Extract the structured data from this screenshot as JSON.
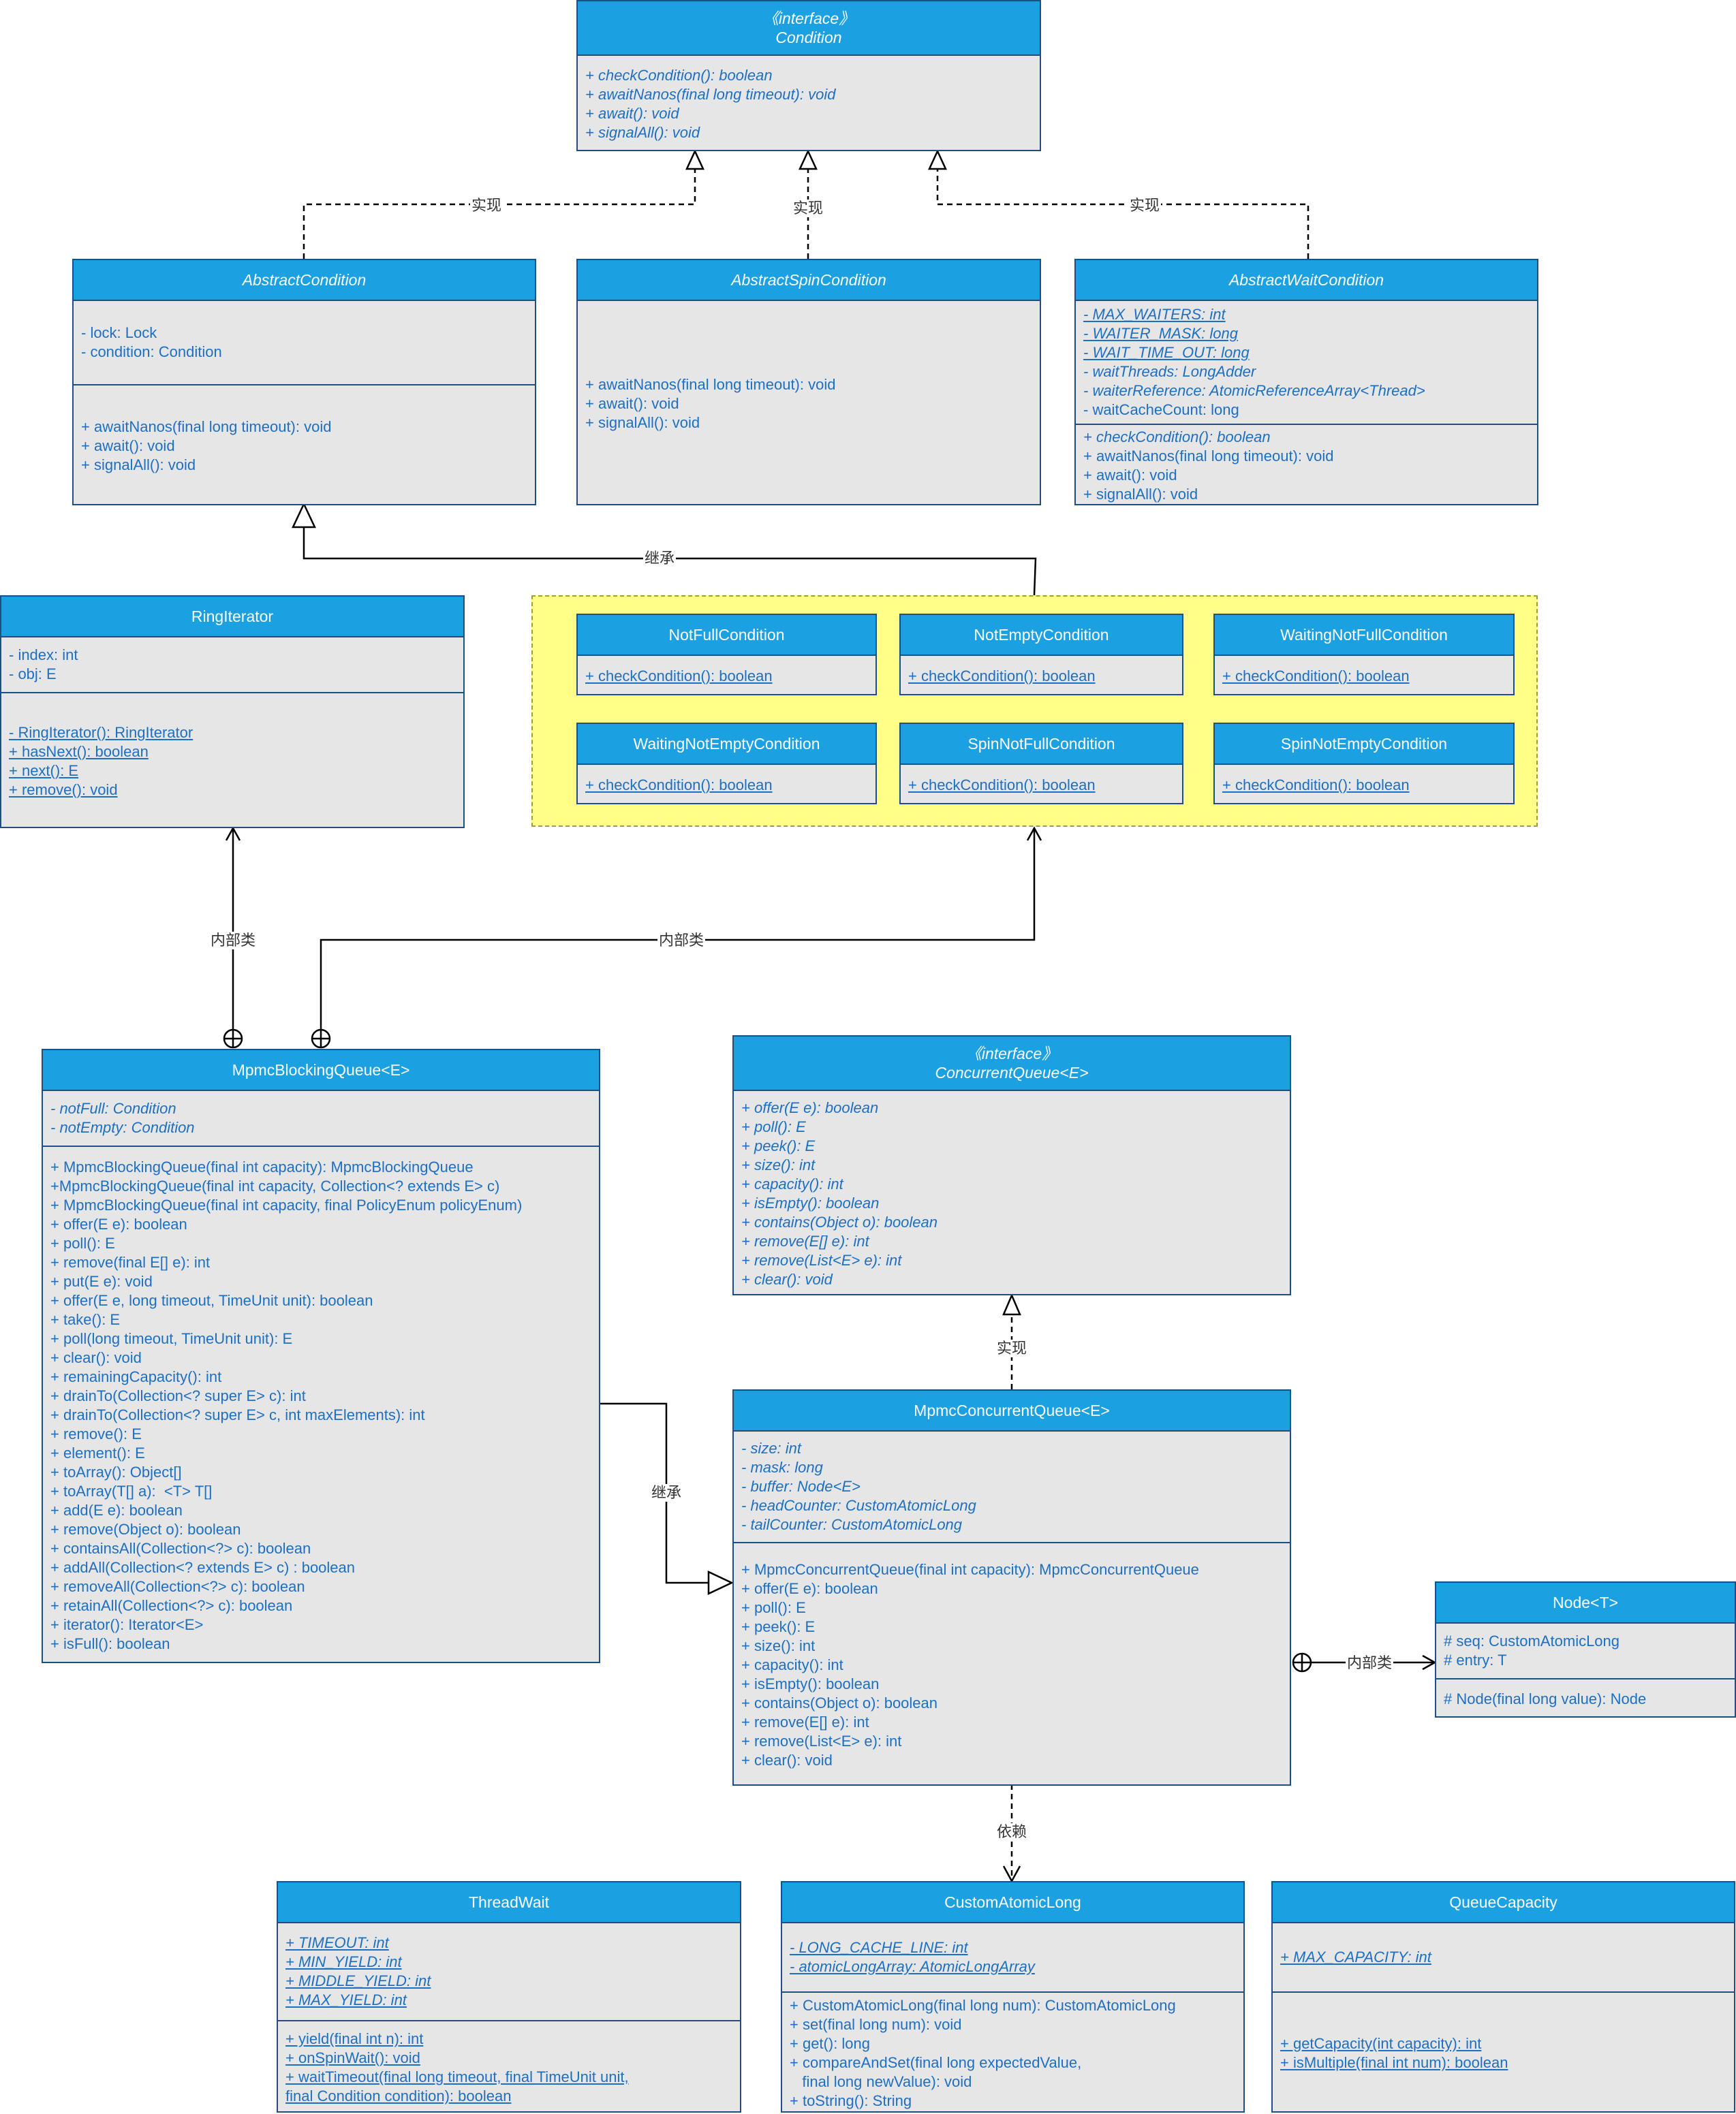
{
  "classes": {
    "condition": {
      "stereotype": "《interface》",
      "title": "Condition",
      "italic": true,
      "sections": [
        [
          {
            "t": "+ checkCondition(): boolean",
            "s": "i"
          },
          {
            "t": "+ awaitNanos(final long timeout): void",
            "s": "i"
          },
          {
            "t": "+ await(): void",
            "s": "i"
          },
          {
            "t": "+ signalAll(): void",
            "s": "i"
          }
        ]
      ]
    },
    "abstract_condition": {
      "title": "AbstractCondition",
      "italic": true,
      "sections": [
        [
          {
            "t": "- lock: Lock"
          },
          {
            "t": "- condition: Condition"
          }
        ],
        [
          {
            "t": "+ awaitNanos(final long timeout): void"
          },
          {
            "t": "+ await(): void"
          },
          {
            "t": "+ signalAll(): void"
          }
        ]
      ]
    },
    "abstract_spin_condition": {
      "title": "AbstractSpinCondition",
      "italic": true,
      "sections": [
        [
          {
            "t": "+ awaitNanos(final long timeout): void"
          },
          {
            "t": "+ await(): void"
          },
          {
            "t": "+ signalAll(): void"
          }
        ]
      ]
    },
    "abstract_wait_condition": {
      "title": "AbstractWaitCondition",
      "italic": true,
      "sections": [
        [
          {
            "t": "- MAX_WAITERS: int",
            "s": "iu"
          },
          {
            "t": "- WAITER_MASK: long",
            "s": "iu"
          },
          {
            "t": "- WAIT_TIME_OUT: long",
            "s": "iu"
          },
          {
            "t": "- waitThreads: LongAdder",
            "s": "i"
          },
          {
            "t": "- waiterReference: AtomicReferenceArray<Thread>",
            "s": "i"
          },
          {
            "t": "- waitCacheCount: long"
          }
        ],
        [
          {
            "t": "+ checkCondition(): boolean",
            "s": "i"
          },
          {
            "t": "+ awaitNanos(final long timeout): void"
          },
          {
            "t": "+ await(): void"
          },
          {
            "t": "+ signalAll(): void"
          }
        ]
      ]
    },
    "ring_iterator": {
      "title": "RingIterator",
      "sections": [
        [
          {
            "t": "- index: int"
          },
          {
            "t": "- obj: E"
          }
        ],
        [
          {
            "t": "- RingIterator(): RingIterator",
            "s": "u"
          },
          {
            "t": "+ hasNext(): boolean",
            "s": "u"
          },
          {
            "t": "+ next(): E",
            "s": "u"
          },
          {
            "t": "+ remove(): void",
            "s": "u"
          }
        ]
      ]
    },
    "not_full_condition": {
      "title": "NotFullCondition",
      "sections": [
        [
          {
            "t": "+ checkCondition(): boolean",
            "s": "u"
          }
        ]
      ]
    },
    "not_empty_condition": {
      "title": "NotEmptyCondition",
      "sections": [
        [
          {
            "t": "+ checkCondition(): boolean",
            "s": "u"
          }
        ]
      ]
    },
    "waiting_not_full_condition": {
      "title": "WaitingNotFullCondition",
      "sections": [
        [
          {
            "t": "+ checkCondition(): boolean",
            "s": "u"
          }
        ]
      ]
    },
    "waiting_not_empty_condition": {
      "title": "WaitingNotEmptyCondition",
      "sections": [
        [
          {
            "t": "+ checkCondition(): boolean",
            "s": "u"
          }
        ]
      ]
    },
    "spin_not_full_condition": {
      "title": "SpinNotFullCondition",
      "sections": [
        [
          {
            "t": "+ checkCondition(): boolean",
            "s": "u"
          }
        ]
      ]
    },
    "spin_not_empty_condition": {
      "title": "SpinNotEmptyCondition",
      "sections": [
        [
          {
            "t": "+ checkCondition(): boolean",
            "s": "u"
          }
        ]
      ]
    },
    "mpmc_blocking_queue": {
      "title": "MpmcBlockingQueue<E>",
      "sections": [
        [
          {
            "t": "- notFull: Condition",
            "s": "i"
          },
          {
            "t": "- notEmpty: Condition",
            "s": "i"
          }
        ],
        [
          {
            "t": "+ MpmcBlockingQueue(final int capacity): MpmcBlockingQueue"
          },
          {
            "t": "+MpmcBlockingQueue(final int capacity, Collection<? extends E> c)"
          },
          {
            "t": "+ MpmcBlockingQueue(final int capacity, final PolicyEnum policyEnum)"
          },
          {
            "t": "+ offer(E e): boolean"
          },
          {
            "t": "+ poll(): E"
          },
          {
            "t": "+ remove(final E[] e): int"
          },
          {
            "t": "+ put(E e): void"
          },
          {
            "t": "+ offer(E e, long timeout, TimeUnit unit): boolean"
          },
          {
            "t": "+ take(): E"
          },
          {
            "t": "+ poll(long timeout, TimeUnit unit): E"
          },
          {
            "t": "+ clear(): void"
          },
          {
            "t": "+ remainingCapacity(): int"
          },
          {
            "t": "+ drainTo(Collection<? super E> c): int"
          },
          {
            "t": "+ drainTo(Collection<? super E> c, int maxElements): int"
          },
          {
            "t": "+ remove(): E"
          },
          {
            "t": "+ element(): E"
          },
          {
            "t": "+ toArray(): Object[]"
          },
          {
            "t": "+ toArray(T[] a):  <T> T[]"
          },
          {
            "t": "+ add(E e): boolean"
          },
          {
            "t": "+ remove(Object o): boolean"
          },
          {
            "t": "+ containsAll(Collection<?> c): boolean"
          },
          {
            "t": "+ addAll(Collection<? extends E> c) : boolean"
          },
          {
            "t": "+ removeAll(Collection<?> c): boolean"
          },
          {
            "t": "+ retainAll(Collection<?> c): boolean"
          },
          {
            "t": "+ iterator(): Iterator<E>"
          },
          {
            "t": "+ isFull(): boolean"
          }
        ]
      ]
    },
    "concurrent_queue": {
      "stereotype": "《interface》",
      "title": "ConcurrentQueue<E>",
      "italic": true,
      "sections": [
        [
          {
            "t": "+ offer(E e): boolean",
            "s": "i"
          },
          {
            "t": "+ poll(): E",
            "s": "i"
          },
          {
            "t": "+ peek(): E",
            "s": "i"
          },
          {
            "t": "+ size(): int",
            "s": "i"
          },
          {
            "t": "+ capacity(): int",
            "s": "i"
          },
          {
            "t": "+ isEmpty(): boolean",
            "s": "i"
          },
          {
            "t": "+ contains(Object o): boolean",
            "s": "i"
          },
          {
            "t": "+ remove(E[] e): int",
            "s": "i"
          },
          {
            "t": "+ remove(List<E> e): int",
            "s": "i"
          },
          {
            "t": "+ clear(): void",
            "s": "i"
          }
        ]
      ]
    },
    "mpmc_concurrent_queue": {
      "title": "MpmcConcurrentQueue<E>",
      "sections": [
        [
          {
            "t": "- size: int",
            "s": "i"
          },
          {
            "t": "- mask: long",
            "s": "i"
          },
          {
            "t": "- buffer: Node<E>",
            "s": "i"
          },
          {
            "t": "- headCounter: CustomAtomicLong",
            "s": "i"
          },
          {
            "t": "- tailCounter: CustomAtomicLong",
            "s": "i"
          }
        ],
        [
          {
            "t": "+ MpmcConcurrentQueue(final int capacity): MpmcConcurrentQueue"
          },
          {
            "t": "+ offer(E e): boolean"
          },
          {
            "t": "+ poll(): E"
          },
          {
            "t": "+ peek(): E"
          },
          {
            "t": "+ size(): int"
          },
          {
            "t": "+ capacity(): int"
          },
          {
            "t": "+ isEmpty(): boolean"
          },
          {
            "t": "+ contains(Object o): boolean"
          },
          {
            "t": "+ remove(E[] e): int"
          },
          {
            "t": "+ remove(List<E> e): int"
          },
          {
            "t": "+ clear(): void"
          }
        ]
      ]
    },
    "node": {
      "title": "Node<T>",
      "sections": [
        [
          {
            "t": "# seq: CustomAtomicLong"
          },
          {
            "t": "# entry: T"
          }
        ],
        [
          {
            "t": "# Node(final long value): Node"
          }
        ]
      ]
    },
    "thread_wait": {
      "title": "ThreadWait",
      "sections": [
        [
          {
            "t": "+ TIMEOUT: int",
            "s": "iu"
          },
          {
            "t": "+ MIN_YIELD: int",
            "s": "iu"
          },
          {
            "t": "+ MIDDLE_YIELD: int",
            "s": "iu"
          },
          {
            "t": "+ MAX_YIELD: int",
            "s": "iu"
          }
        ],
        [
          {
            "t": "+ yield(final int n): int",
            "s": "u"
          },
          {
            "t": "+ onSpinWait(): void",
            "s": "u"
          },
          {
            "t": "+ waitTimeout(final long timeout, final TimeUnit unit,",
            "s": "u"
          },
          {
            "t": "final Condition condition): boolean",
            "s": "u"
          }
        ]
      ]
    },
    "custom_atomic_long": {
      "title": "CustomAtomicLong",
      "sections": [
        [
          {
            "t": "- LONG_CACHE_LINE: int",
            "s": "iu"
          },
          {
            "t": "- atomicLongArray: AtomicLongArray",
            "s": "iu"
          }
        ],
        [
          {
            "t": "+ CustomAtomicLong(final long num): CustomAtomicLong"
          },
          {
            "t": "+ set(final long num): void"
          },
          {
            "t": "+ get(): long"
          },
          {
            "t": "+ compareAndSet(final long expectedValue,"
          },
          {
            "t": "   final long newValue): void"
          },
          {
            "t": "+ toString(): String"
          }
        ]
      ]
    },
    "queue_capacity": {
      "title": "QueueCapacity",
      "sections": [
        [
          {
            "t": "+ MAX_CAPACITY: int",
            "s": "iu"
          }
        ],
        [
          {
            "t": "+ getCapacity(int capacity): int",
            "s": "u"
          },
          {
            "t": "+ isMultiple(final int num): boolean",
            "s": "u"
          }
        ]
      ]
    }
  },
  "edge_labels": {
    "realize_1": "实现",
    "realize_2": "实现",
    "realize_3": "实现",
    "inherit_conditions": "继承",
    "inner_ring": "内部类",
    "inner_conditions": "内部类",
    "realize_queue": "实现",
    "inherit_queue": "继承",
    "inner_node": "内部类",
    "depend": "依赖"
  }
}
